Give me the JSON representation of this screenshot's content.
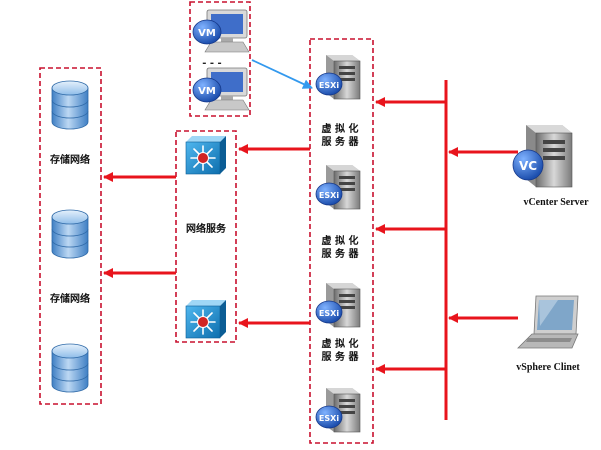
{
  "labels": {
    "storage_top": "存储网络",
    "storage_bottom": "存储网络",
    "network_service": "网络服务",
    "virt_server_line1": "虚 拟 化",
    "virt_server_line2": "服 务 器",
    "vcenter": "vCenter Server",
    "vsphere": "vSphere Clinet",
    "vm": "VM",
    "esx": "ESXi",
    "vc": "VC",
    "vm_dots": "- - -"
  },
  "colors": {
    "arrow": "#e8141c",
    "dashed_border": "#c8102e",
    "vm_link": "#3399ee",
    "db_blue": "#5b9bd5",
    "switch_blue": "#1e88c7"
  }
}
